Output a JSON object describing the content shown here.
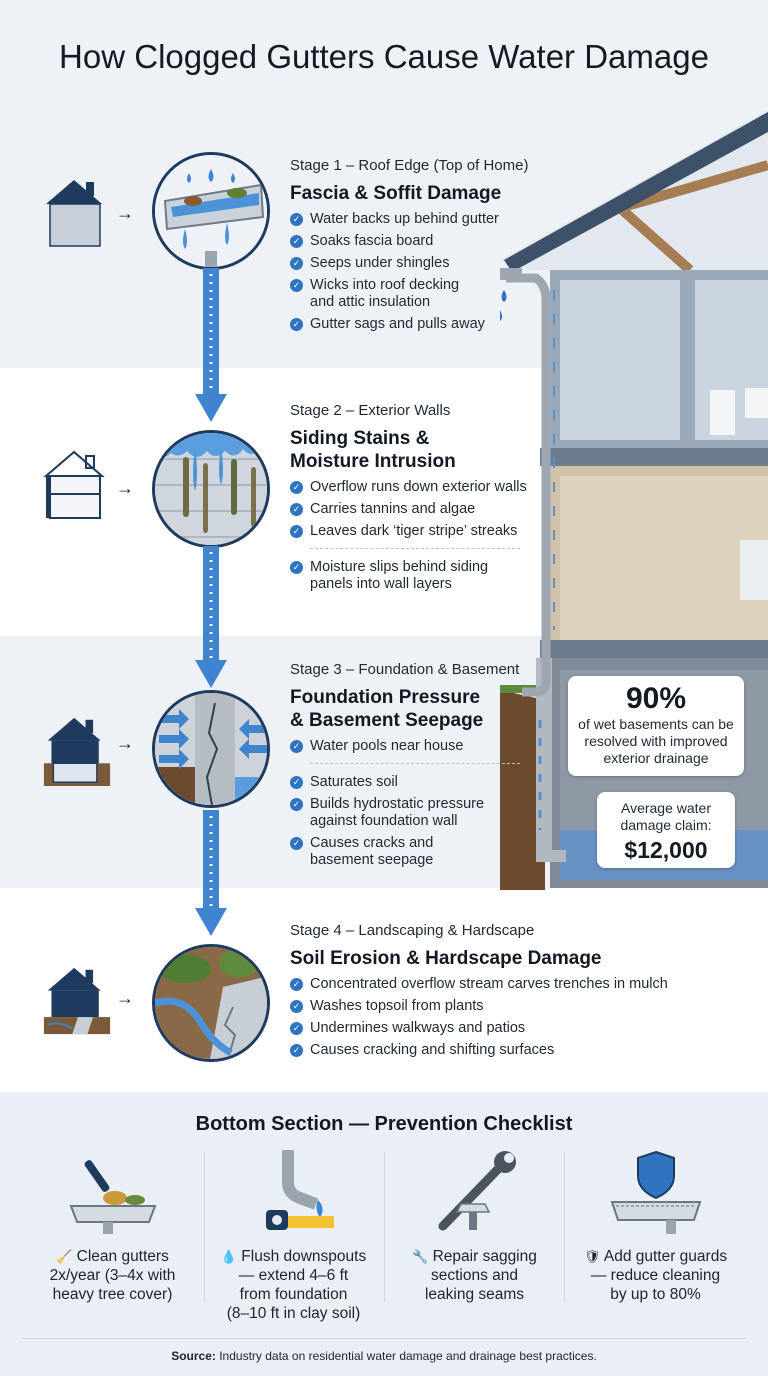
{
  "title": "How Clogged Gutters Cause Water Damage",
  "stages": [
    {
      "label": "Stage 1 – Roof Edge (Top of Home)",
      "heading_lines": [
        "Fascia & Soffit Damage"
      ],
      "bullets": [
        "Water backs up behind gutter",
        "Soaks fascia board",
        "Seeps under shingles",
        "Wicks into roof decking|and attic insulation",
        "Gutter sags and pulls away"
      ]
    },
    {
      "label": "Stage 2 – Exterior Walls",
      "heading_lines": [
        "Siding Stains &",
        "Moisture Intrusion"
      ],
      "bullets": [
        "Overflow runs down exterior walls",
        "Carries tannins and algae",
        "Leaves dark ‘tiger stripe’ streaks",
        "Moisture slips behind siding|panels into wall layers"
      ]
    },
    {
      "label": "Stage 3 – Foundation & Basement",
      "heading_lines": [
        "Foundation Pressure",
        "& Basement Seepage"
      ],
      "bullets": [
        "Water pools near house",
        "Saturates soil",
        "Builds hydrostatic pressure|against foundation wall",
        "Causes cracks and|basement seepage"
      ]
    },
    {
      "label": "Stage 4 – Landscaping & Hardscape",
      "heading_lines": [
        "Soil Erosion & Hardscape Damage"
      ],
      "bullets": [
        "Concentrated overflow stream carves trenches in mulch",
        "Washes topsoil from plants",
        "Undermines walkways and patios",
        "Causes cracking and shifting surfaces"
      ]
    }
  ],
  "stats": {
    "percent": "90%",
    "percent_text": [
      "of wet basements can be",
      "resolved with improved",
      "exterior drainage"
    ],
    "claim_text": [
      "Average water",
      "damage claim:"
    ],
    "claim_value": "$12,000"
  },
  "prevention": {
    "title": "Bottom Section — Prevention Checklist",
    "items": [
      {
        "icon": "brush-gutter-icon",
        "emoji": "🧹",
        "lines": [
          "Clean gutters",
          "2x/year (3–4x with",
          "heavy tree cover)"
        ]
      },
      {
        "icon": "downspout-tape-icon",
        "emoji": "💧",
        "lines": [
          "Flush downspouts",
          "— extend 4–6 ft",
          "from foundation",
          "(8–10 ft in clay soil)"
        ]
      },
      {
        "icon": "wrench-icon",
        "emoji": "🔧",
        "lines": [
          "Repair sagging",
          "sections and",
          "leaking seams"
        ]
      },
      {
        "icon": "shield-gutter-icon",
        "emoji": "🛡",
        "lines": [
          "Add gutter guards",
          "— reduce cleaning",
          "by up to 80%"
        ]
      }
    ]
  },
  "source": {
    "label": "Source:",
    "text": " Industry data on residential water damage and drainage best practices."
  },
  "colors": {
    "accent_blue": "#2f74c0",
    "navy": "#1e3a5c",
    "band_light": "#eef2f7"
  }
}
